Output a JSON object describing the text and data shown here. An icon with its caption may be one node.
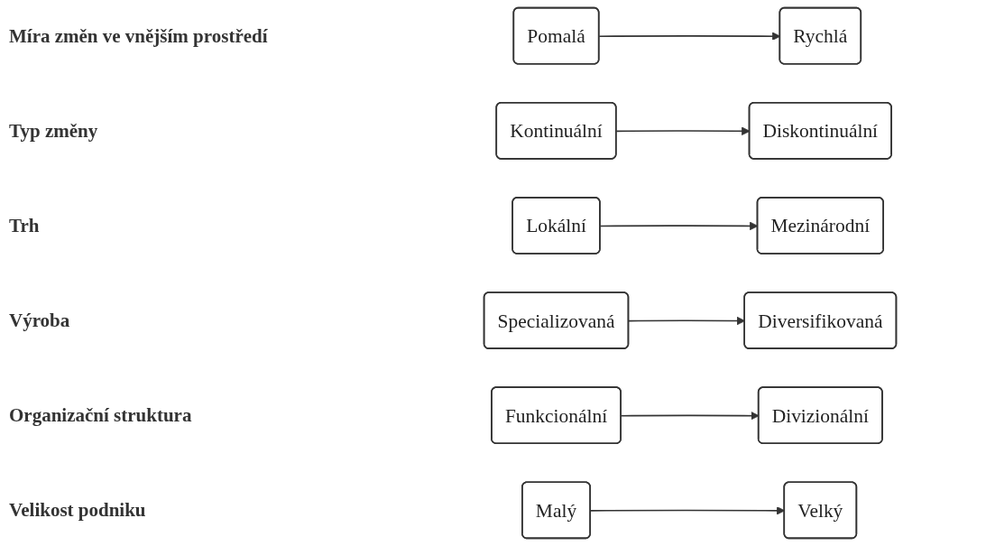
{
  "diagram": {
    "nodes": [
      {
        "text": [
          "Pomalá"
        ]
      },
      {
        "text": [
          "Rychlá"
        ]
      },
      {
        "text": [
          "Kontinuální"
        ]
      },
      {
        "text": [
          "Diskontinuální"
        ]
      },
      {
        "text": [
          "Lokální"
        ]
      },
      {
        "text": [
          "Mezinárodní"
        ]
      },
      {
        "text": [
          "Specializovaná"
        ]
      },
      {
        "text": [
          "Diversifikovaná"
        ]
      },
      {
        "text": [
          "Funkcionální"
        ]
      },
      {
        "text": [
          "Divizionální"
        ]
      },
      {
        "text": [
          "Malý"
        ]
      },
      {
        "text": [
          "Velký"
        ]
      }
    ],
    "edges": [
      {
        "from": 0,
        "to": 1,
        "arrow": "to"
      },
      {
        "from": 2,
        "to": 3,
        "arrow": "to"
      },
      {
        "from": 4,
        "to": 5,
        "arrow": "to"
      },
      {
        "from": 6,
        "to": 7,
        "arrow": "to"
      },
      {
        "from": 8,
        "to": 9,
        "arrow": "to"
      },
      {
        "from": 10,
        "to": 11,
        "arrow": "to"
      }
    ],
    "labels": [
      "Míra změn ve vnějším prostředí",
      "Typ změny",
      "Trh",
      "Výroba",
      "Organizační struktura",
      "Velikost podniku"
    ]
  }
}
